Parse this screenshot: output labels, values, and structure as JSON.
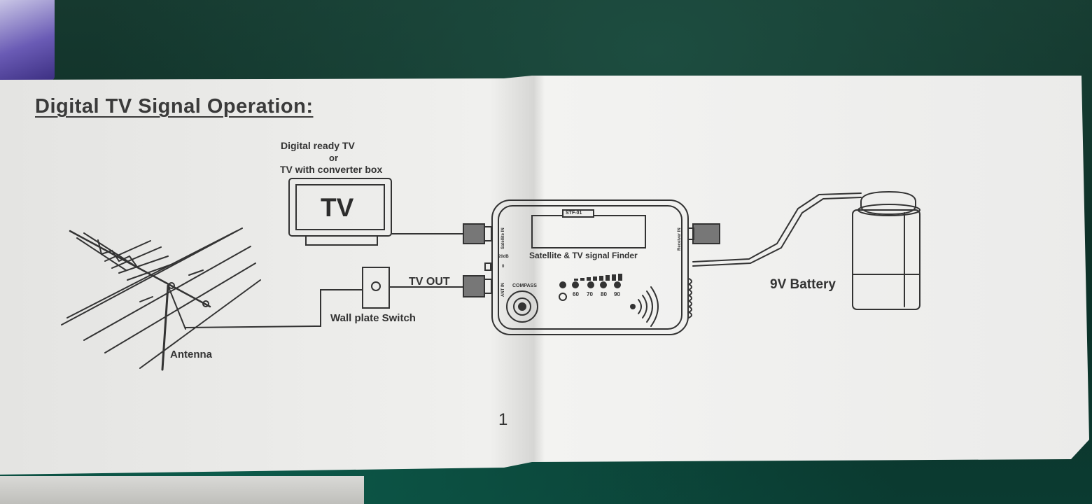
{
  "title": "Digital TV Signal Operation:",
  "tv_caption": {
    "line1": "Digital ready TV",
    "line2": "or",
    "line3": "TV with converter box"
  },
  "tv_screen_text": "TV",
  "tv_out_label": "TV OUT",
  "wall_plate_label": "Wall plate Switch",
  "antenna_label": "Antenna",
  "battery_label": "9V Battery",
  "finder": {
    "model": "STF-01",
    "name": "Satellite & TV signal Finder",
    "compass": "COMPASS",
    "port_left_top": "Satellite IN",
    "port_left_bottom": "ANT IN",
    "port_right": "Receiver IN",
    "gain_label": "20dB",
    "switch_label": "0",
    "scale": [
      "60",
      "70",
      "80",
      "90"
    ]
  },
  "page_number": "1",
  "colors": {
    "paper": "#eeeeec",
    "ink": "#333333",
    "table": "#0f3a30"
  }
}
